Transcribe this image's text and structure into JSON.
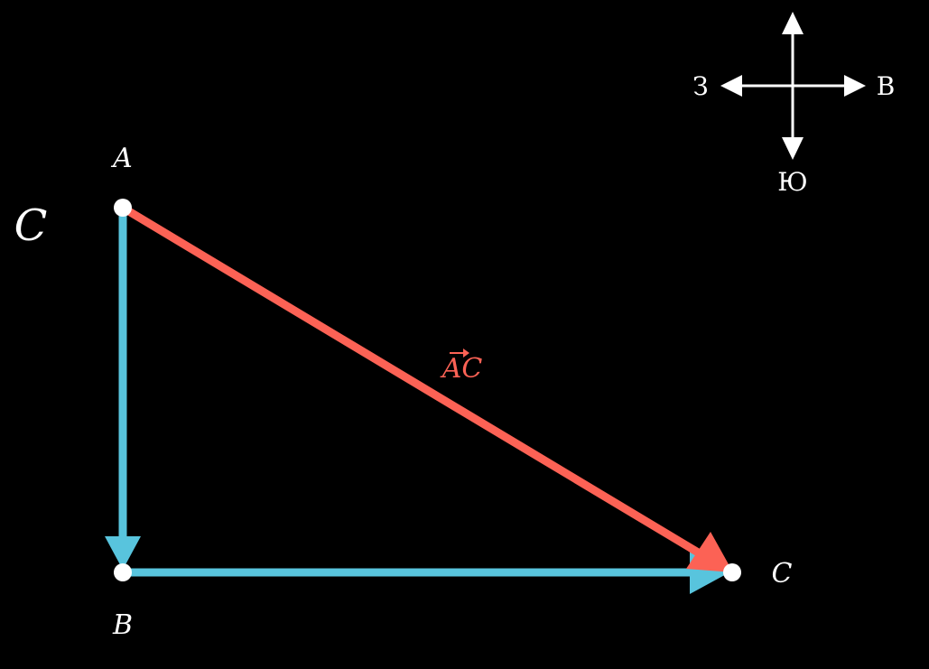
{
  "colors": {
    "background": "#000000",
    "leg_vectors": "#58c4dd",
    "resultant_vector": "#fc6255",
    "points": "#ffffff",
    "compass": "#ffffff",
    "text": "#ffffff"
  },
  "corner_label": "C",
  "points": {
    "a": {
      "label": "A"
    },
    "b": {
      "label": "B"
    },
    "c": {
      "label": "C"
    }
  },
  "vectors": {
    "ab": {
      "from": "A",
      "to": "B"
    },
    "bc": {
      "from": "B",
      "to": "C"
    },
    "ac": {
      "from": "A",
      "to": "C",
      "label_base": "AC"
    }
  },
  "compass": {
    "north": "",
    "south": "Ю",
    "east": "В",
    "west": "З"
  }
}
